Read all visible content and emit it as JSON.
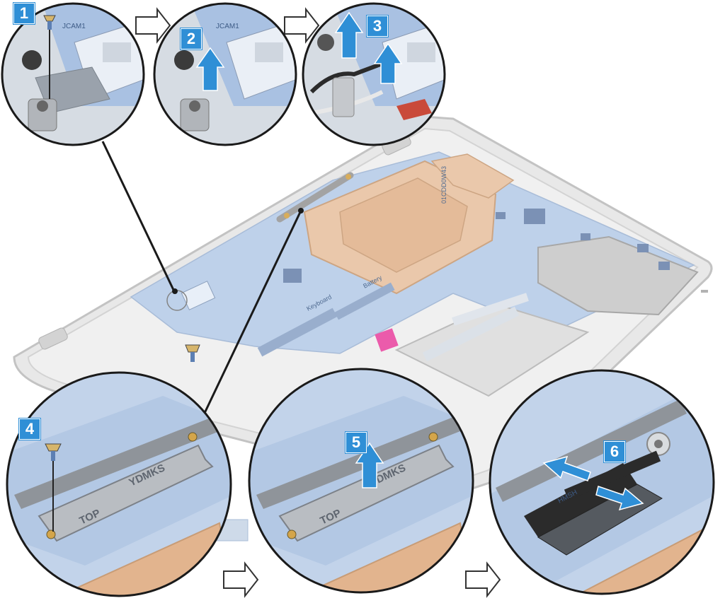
{
  "steps": [
    {
      "number": "1"
    },
    {
      "number": "2"
    },
    {
      "number": "3"
    },
    {
      "number": "4"
    },
    {
      "number": "5"
    },
    {
      "number": "6"
    }
  ],
  "board_labels": {
    "jcam": "JCAM1",
    "keyboard": "Keyboard",
    "battery": "Battery",
    "pcb_id": "01CDD0W43",
    "hmsh": "HMSH"
  },
  "bracket_labels": {
    "ydmks": "YDMKS",
    "top": "TOP"
  },
  "colors": {
    "step_badge": "#2f8fd6",
    "arrow": "#2f8fd6",
    "board": "#a7c0e0",
    "copper_shield": "#e2b48e",
    "chassis": "#d9d9d9",
    "connector_pink": "#e94aa3"
  }
}
